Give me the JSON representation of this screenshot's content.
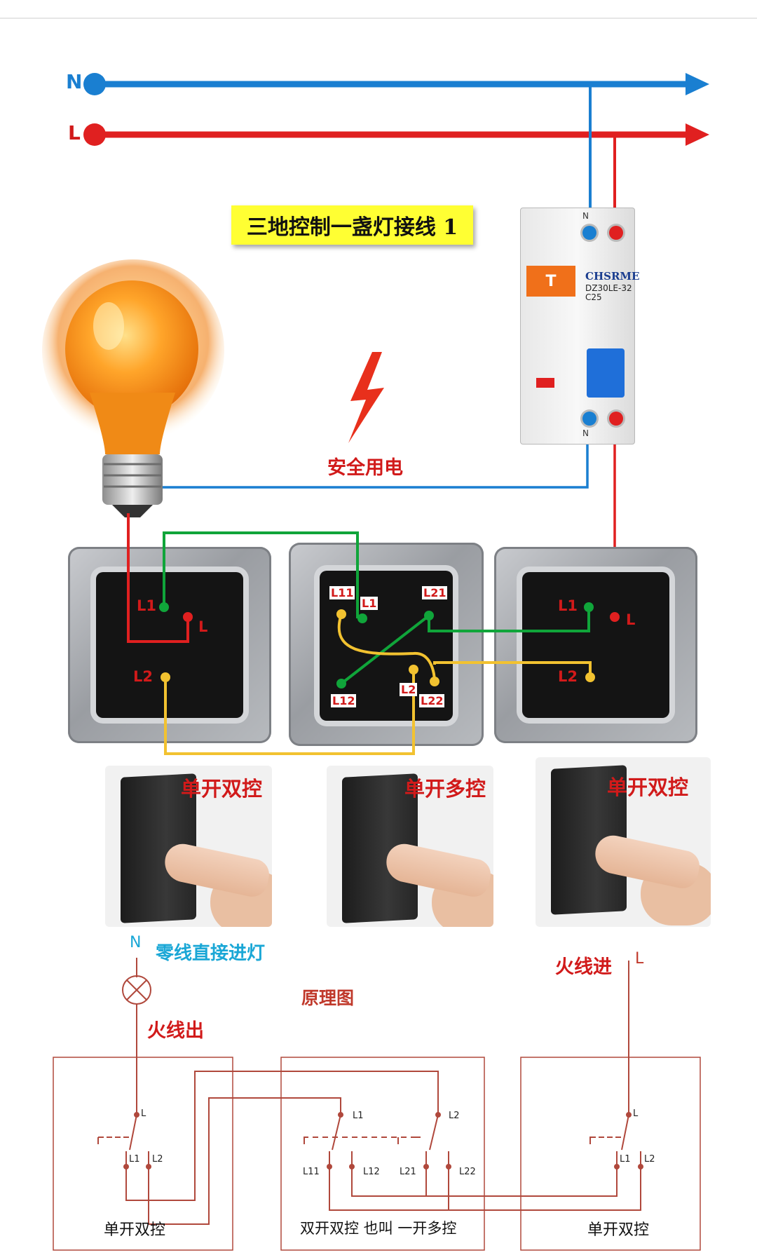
{
  "title": "三地控制一盏灯接线 1",
  "rails": {
    "neutral": "N",
    "live": "L"
  },
  "safety_label": "安全用电",
  "breaker": {
    "top_label": "N",
    "bottom_label": "N",
    "tab": "T",
    "brand": "CHSRME",
    "model": "DZ30LE-32",
    "rating": "C25"
  },
  "switch_boxes": {
    "left": {
      "terminals": [
        "L1",
        "L",
        "L2"
      ]
    },
    "middle": {
      "terminals": [
        "L11",
        "L1",
        "L21",
        "L12",
        "L2",
        "L22"
      ]
    },
    "right": {
      "terminals": [
        "L1",
        "L",
        "L2"
      ]
    }
  },
  "panels": [
    "单开双控",
    "单开多控",
    "单开双控"
  ],
  "schematic": {
    "title": "原理图",
    "neutral_note_prefix": "N",
    "neutral_note": "零线直接进灯",
    "live_out": "火线出",
    "live_in": "火线进",
    "live_in_L": "L",
    "boxes": [
      {
        "caption": "单开双控",
        "labels": [
          "L",
          "L1",
          "L2"
        ]
      },
      {
        "caption": "双开双控  也叫 一开多控",
        "labels": [
          "L1",
          "L2",
          "L11",
          "L12",
          "L21",
          "L22"
        ]
      },
      {
        "caption": "单开双控",
        "labels": [
          "L",
          "L1",
          "L2"
        ]
      }
    ]
  },
  "colors": {
    "neutral": "#1a7fd1",
    "live": "#e02020",
    "traveler_green": "#10a53a",
    "traveler_yellow": "#f2c230",
    "schematic": "#b0483c",
    "title_bg": "#ffff33"
  }
}
